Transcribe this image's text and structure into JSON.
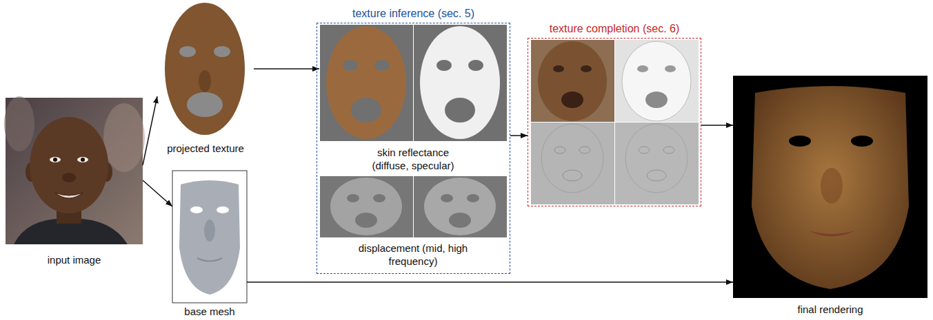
{
  "diagram": {
    "nodes": [
      {
        "text": [
          "input image"
        ]
      },
      {
        "text": [
          "projected texture"
        ]
      },
      {
        "text": [
          "base mesh"
        ]
      },
      {
        "text": [
          "texture inference (sec. 5)"
        ]
      },
      {
        "text": [
          "skin reflectance (diffuse, specular)"
        ],
        "in": 3
      },
      {
        "text": [
          "displacement (mid, high frequency)"
        ],
        "in": 3
      },
      {
        "text": [
          "texture completion (sec. 6)"
        ]
      },
      {
        "text": [
          "final rendering"
        ]
      }
    ],
    "edges": [
      {
        "from": 0,
        "to": 1,
        "arrow": "to"
      },
      {
        "from": 0,
        "to": 2,
        "arrow": "to"
      },
      {
        "from": 1,
        "to": 4,
        "arrow": "to"
      },
      {
        "from": 3,
        "to": 6,
        "arrow": "to"
      },
      {
        "from": 6,
        "to": 7,
        "arrow": "to"
      },
      {
        "from": 2,
        "to": 7,
        "arrow": "to"
      }
    ]
  }
}
